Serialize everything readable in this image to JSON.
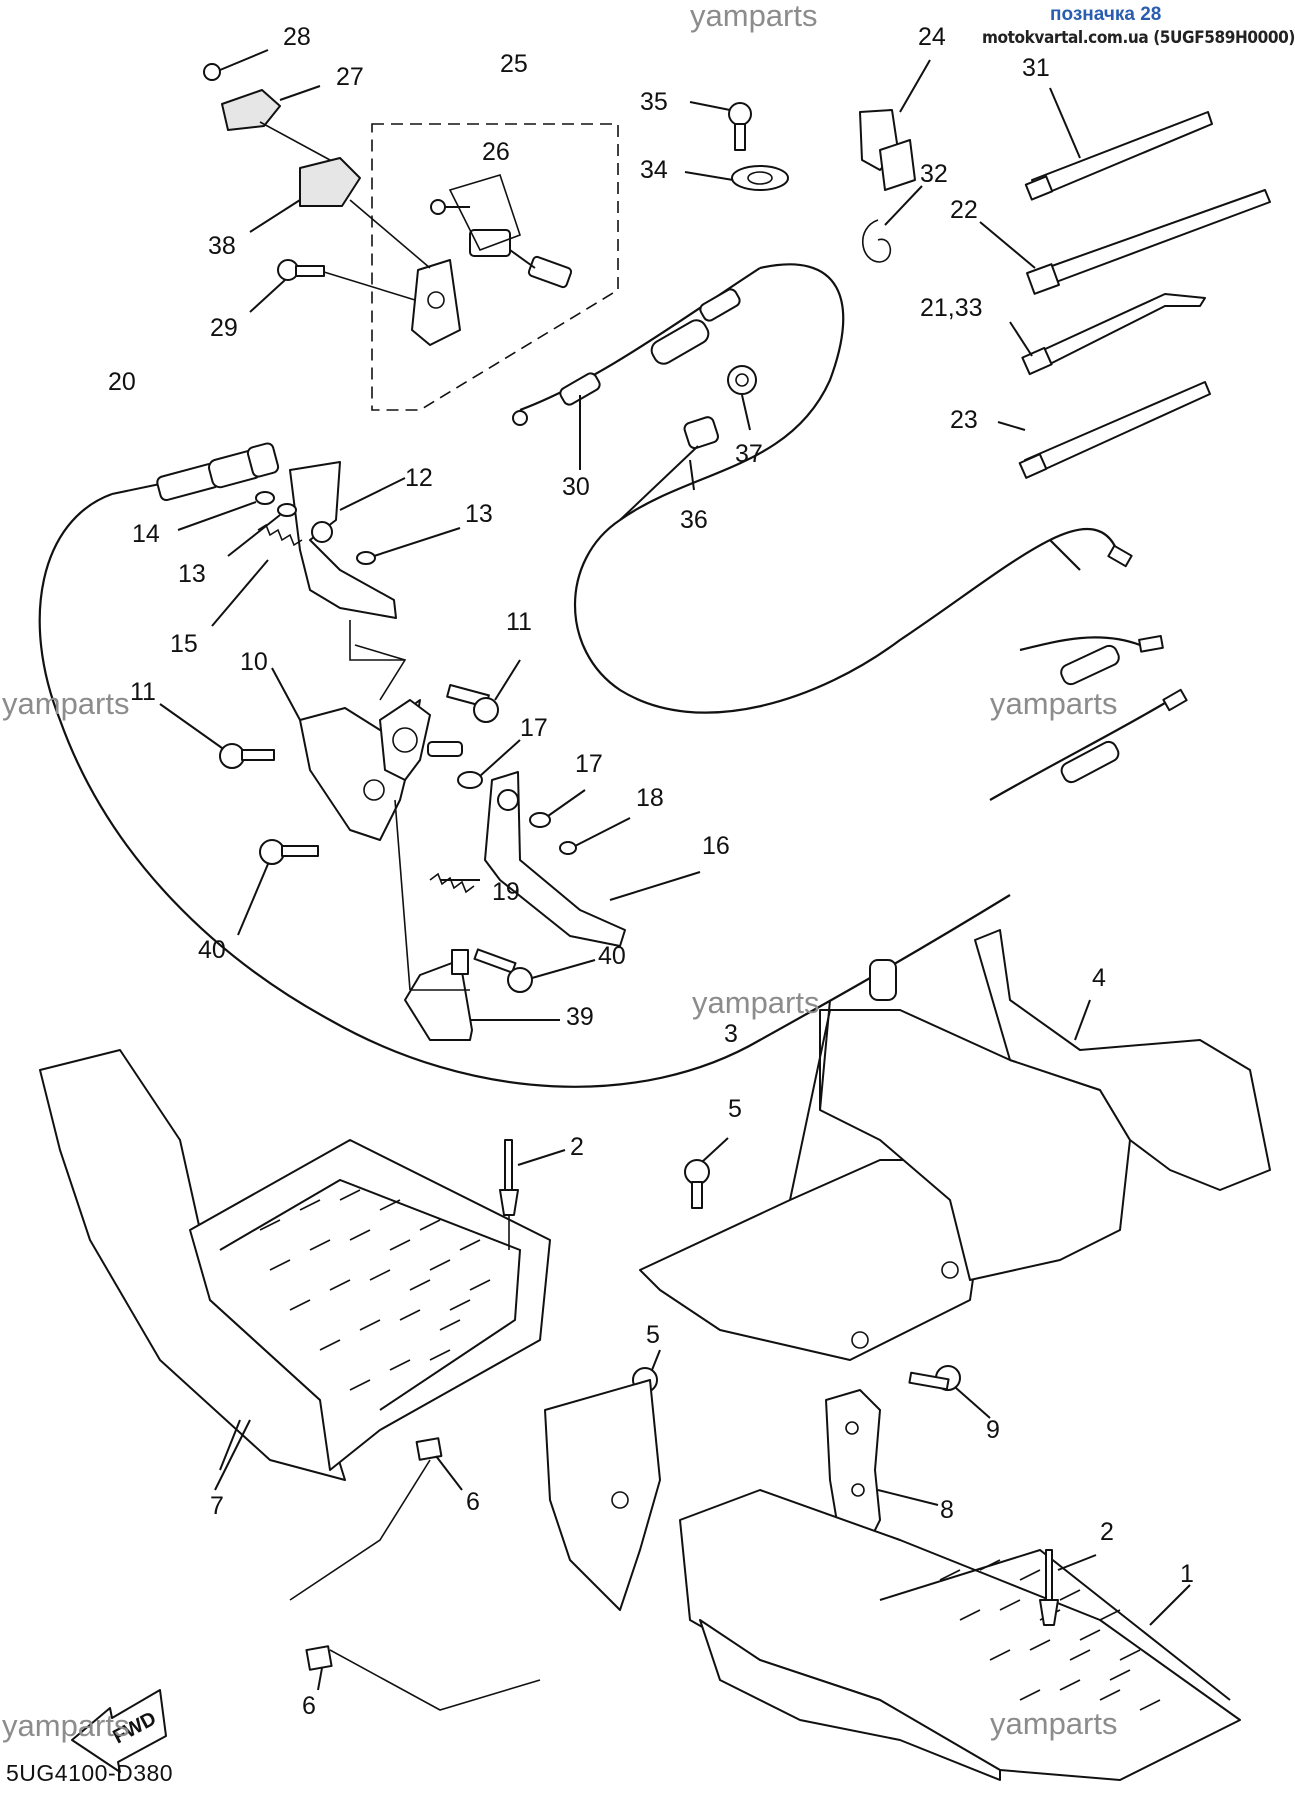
{
  "header": {
    "label": "позначка 28",
    "site": "motokvartal.com.ua (5UGF589H0000)"
  },
  "watermarks": [
    "yamparts",
    "yamparts",
    "yamparts",
    "yamparts",
    "yamparts",
    "yamparts"
  ],
  "diagram_code": "5UG4100-D380",
  "fwd_label": "FWD",
  "callouts": [
    "28",
    "27",
    "25",
    "26",
    "38",
    "29",
    "35",
    "34",
    "24",
    "31",
    "32",
    "22",
    "21,33",
    "23",
    "30",
    "36",
    "37",
    "20",
    "12",
    "14",
    "13",
    "13",
    "15",
    "10",
    "11",
    "11",
    "17",
    "17",
    "18",
    "16",
    "19",
    "40",
    "40",
    "39",
    "3",
    "4",
    "5",
    "2",
    "5",
    "9",
    "2",
    "8",
    "1",
    "7",
    "6",
    "6"
  ],
  "colors": {
    "line": "#111111",
    "header_label": "#2a5db0",
    "watermark": "#8c8c8c"
  }
}
